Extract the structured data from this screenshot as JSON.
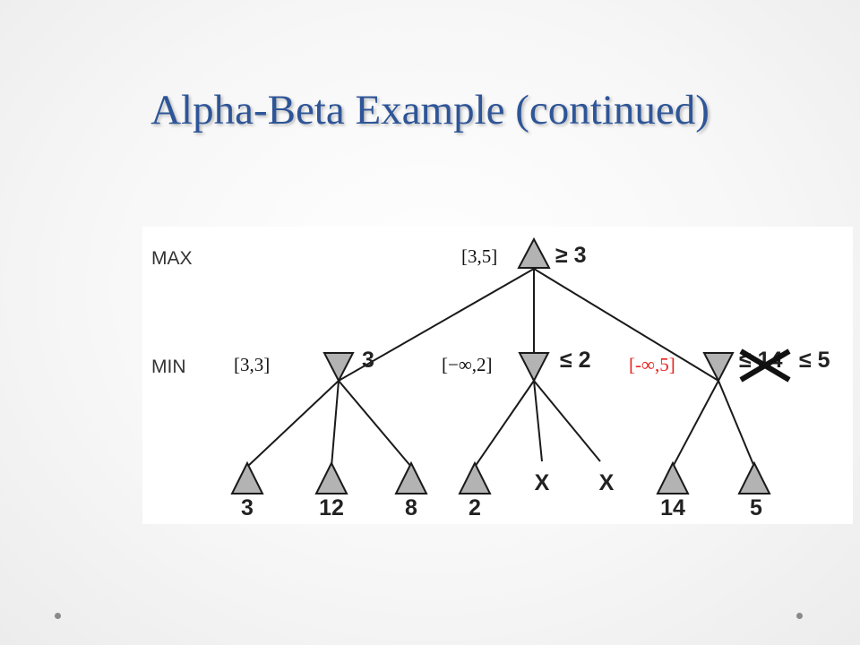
{
  "title": "Alpha-Beta Example (continued)",
  "levels": {
    "max": "MAX",
    "min": "MIN"
  },
  "root": {
    "range": "[3,5]",
    "bound": "≥ 3"
  },
  "min_nodes": [
    {
      "range": "[3,3]",
      "value": "3"
    },
    {
      "range": "[−∞,2]",
      "value": "≤ 2"
    },
    {
      "range": "[-∞,5]",
      "crossed_value": "≤ 14",
      "value": "≤ 5",
      "range_color": "#e8231f"
    }
  ],
  "leaves": [
    "3",
    "12",
    "8",
    "2",
    "X",
    "X",
    "14",
    "5"
  ]
}
